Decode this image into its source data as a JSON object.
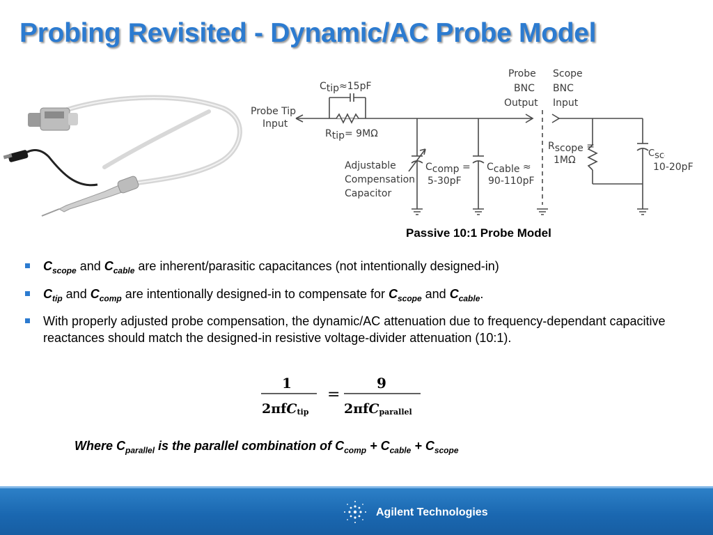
{
  "slide": {
    "title": "Probing Revisited - Dynamic/AC Probe Model",
    "caption": "Passive 10:1 Probe Model"
  },
  "circuit": {
    "probe_tip_input": [
      "Probe Tip",
      "Input"
    ],
    "probe_bnc_output": [
      "Probe",
      "BNC",
      "Output"
    ],
    "scope_bnc_input": [
      "Scope",
      "BNC",
      "Input"
    ],
    "c_tip": {
      "sym": "C",
      "sub": "tip",
      "val": "≈15pF"
    },
    "r_tip": {
      "sym": "R",
      "sub": "tip",
      "val": "= 9MΩ"
    },
    "adjustable_cap": [
      "Adjustable",
      "Compensation",
      "Capacitor"
    ],
    "c_comp": {
      "sym": "C",
      "sub": "comp",
      "eq": " =",
      "val": "5-30pF"
    },
    "c_cable": {
      "sym": "C",
      "sub": "cable",
      "eq": " ≈",
      "val": "90-110pF"
    },
    "r_scope": {
      "sym": "R",
      "sub": "scope",
      "eq": " =",
      "val": "1MΩ"
    },
    "c_scope": {
      "sym": "C",
      "sub": "scope",
      "eq": " ≈",
      "val": "10-20pF"
    }
  },
  "bullets": {
    "b1": {
      "c1": "C",
      "s1": "scope",
      "and": " and ",
      "c2": "C",
      "s2": "cable",
      "rest": " are inherent/parasitic capacitances (not intentionally designed-in)"
    },
    "b2": {
      "c1": "C",
      "s1": "tip",
      "and": " and ",
      "c2": "C",
      "s2": "comp",
      "mid": " are intentionally designed-in to compensate for ",
      "c3": "C",
      "s3": "scope",
      "and2": " and ",
      "c4": "C",
      "s4": "cable",
      "end": "."
    },
    "b3": {
      "text": "With properly adjusted probe compensation, the dynamic/AC attenuation due to frequency-dependant capacitive reactances should match the designed-in resistive voltage-divider attenuation (10:1)."
    }
  },
  "formula": {
    "left_num": "1",
    "left_den": "2πf",
    "left_c": "C",
    "left_sub": "tip",
    "equals": "=",
    "right_num": "9",
    "right_den": "2πf",
    "right_c": "C",
    "right_sub": "parallel"
  },
  "where": {
    "pre": "Where C",
    "s1": "parallel",
    "mid": " is the parallel combination of C",
    "s2": "comp",
    "plus1": " + C",
    "s3": "cable",
    "plus2": " + C",
    "s4": "scope"
  },
  "footer": {
    "brand": "Agilent Technologies"
  },
  "colors": {
    "title": "#2c7bd0",
    "bullet": "#2c7bd0",
    "footer": "#1a67b0",
    "circuit_line": "#4a4a4a"
  }
}
